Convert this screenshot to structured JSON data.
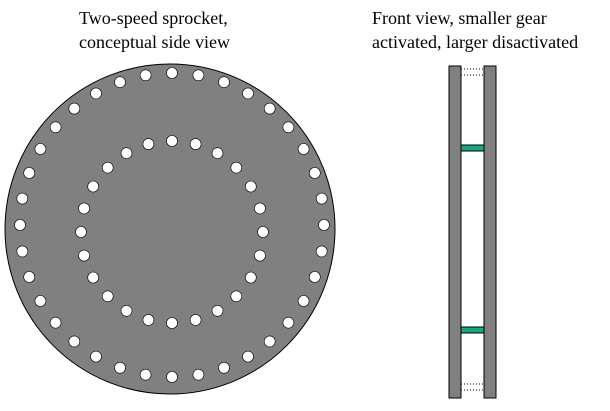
{
  "side_view": {
    "caption_line1": "Two-speed sprocket,",
    "caption_line2": "conceptual side view",
    "disk_color": "#808080",
    "hole_color": "#ffffff",
    "outline_color": "#000000",
    "outer_ring_hole_count": 36,
    "inner_ring_hole_count": 24
  },
  "front_view": {
    "caption_line1": "Front view, smaller gear",
    "caption_line2": "activated, larger disactivated",
    "plate_color": "#808080",
    "active_pin_color": "#1aa77f",
    "inactive_pin_style": "dotted"
  }
}
